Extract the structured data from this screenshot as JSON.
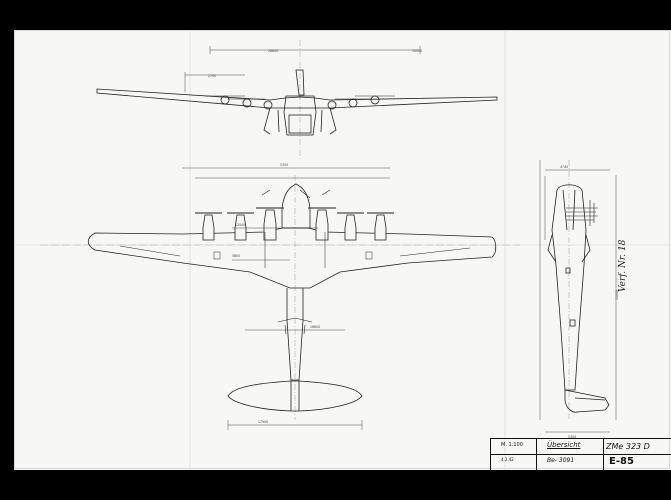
{
  "drawing": {
    "view_label": "Übersicht",
    "aircraft_type": "ZMe 323 D",
    "sheet_code": "E-85",
    "drawing_number": "Be- 3091",
    "scale": "M. 1:100",
    "date": "4.2.42",
    "handwritten_note": "Verf. Nr. 18",
    "views": [
      "front-view",
      "plan-view",
      "side-view"
    ]
  },
  "colors": {
    "paper": "#f7f7f5",
    "ink": "#222222",
    "background": "#000000"
  }
}
